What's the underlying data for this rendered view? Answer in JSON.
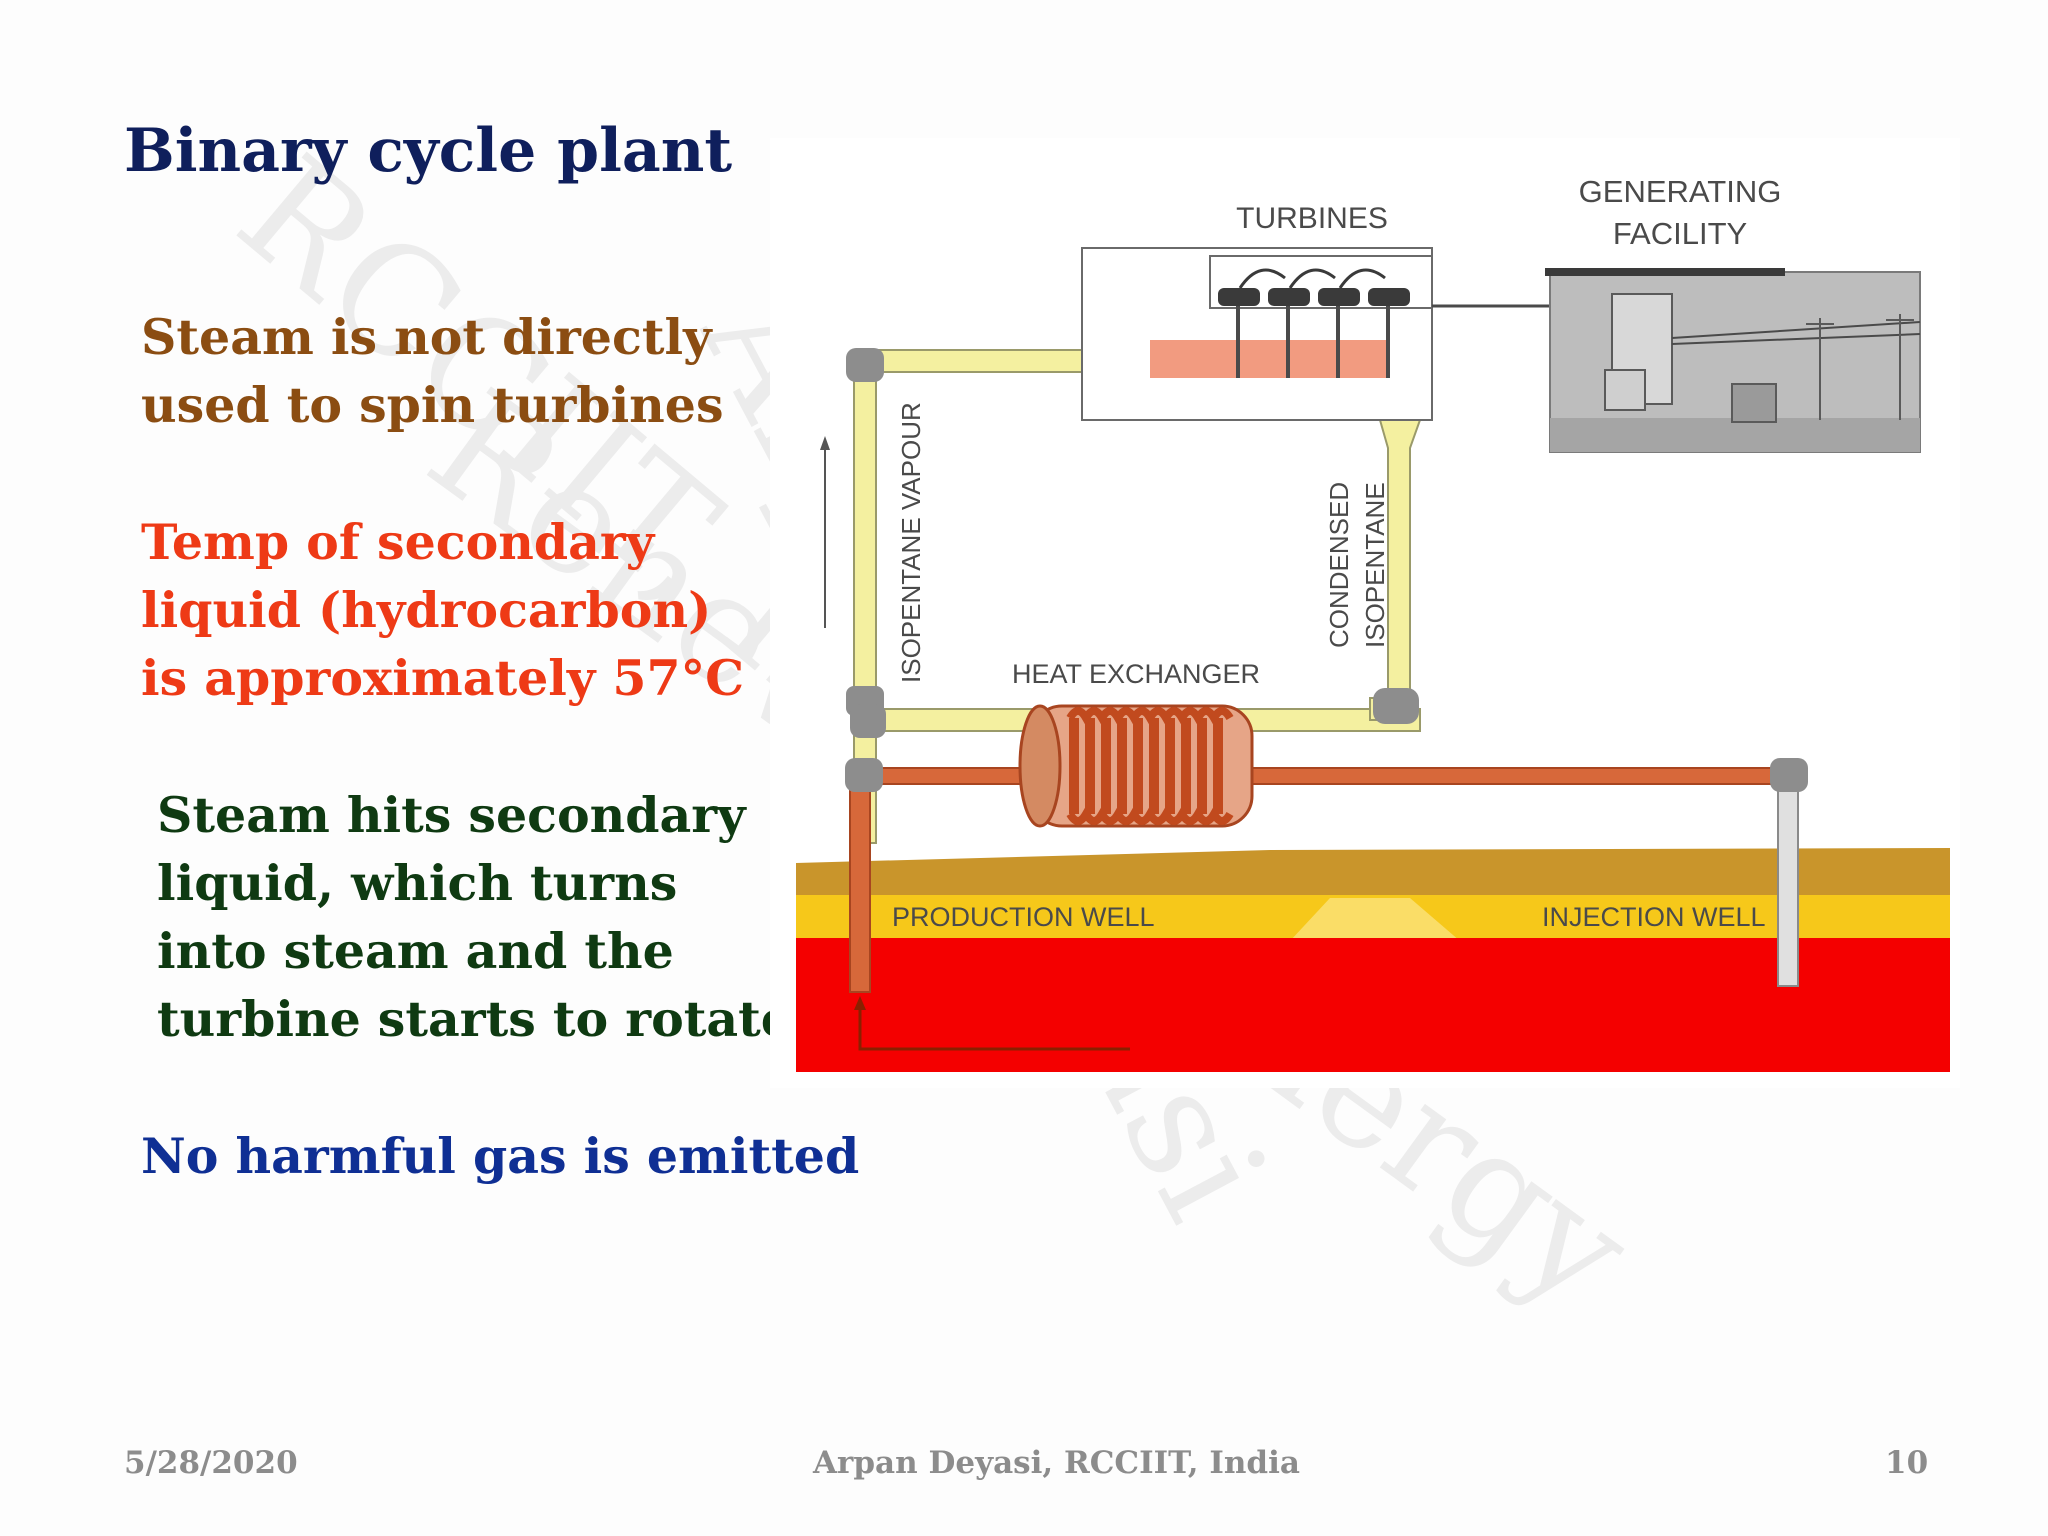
{
  "slide": {
    "title": "Binary cycle plant",
    "bullets": [
      {
        "lines": [
          "Steam is not directly",
          "used to spin turbines"
        ],
        "color": "#8b4d12"
      },
      {
        "lines": [
          "Temp of secondary",
          "liquid (hydrocarbon)",
          "is approximately 57°C"
        ],
        "color": "#ee3a16"
      },
      {
        "lines": [
          "Steam hits secondary",
          "liquid, which turns",
          "into steam and the",
          "turbine starts to rotate"
        ],
        "color": "#0f3a12"
      },
      {
        "lines": [
          "No harmful gas is emitted"
        ],
        "color": "#0f2f94"
      }
    ]
  },
  "diagram": {
    "turbines_label": "TURBINES",
    "generating_label": [
      "GENERATING",
      "FACILITY"
    ],
    "vapour_label": "ISOPENTANE VAPOUR",
    "condensed_label": [
      "CONDENSED",
      "ISOPENTANE"
    ],
    "heat_exchanger_label": "HEAT EXCHANGER",
    "production_label": "PRODUCTION WELL",
    "injection_label": "INJECTION WELL"
  },
  "watermark": {
    "lines": [
      "Arpan Deyasi",
      "RCCIIT, India",
      "Renewable Energy"
    ]
  },
  "footer": {
    "date": "5/28/2020",
    "author": "Arpan Deyasi, RCCIIT, India",
    "page": "10"
  },
  "colors": {
    "title": "#0f1f5c",
    "earth_red": "#f40000",
    "earth_yellow": "#f6c81a",
    "earth_brown": "#c9952b",
    "pipe_yellow": "#f4f0a0",
    "pipe_orange": "#d7683a"
  }
}
